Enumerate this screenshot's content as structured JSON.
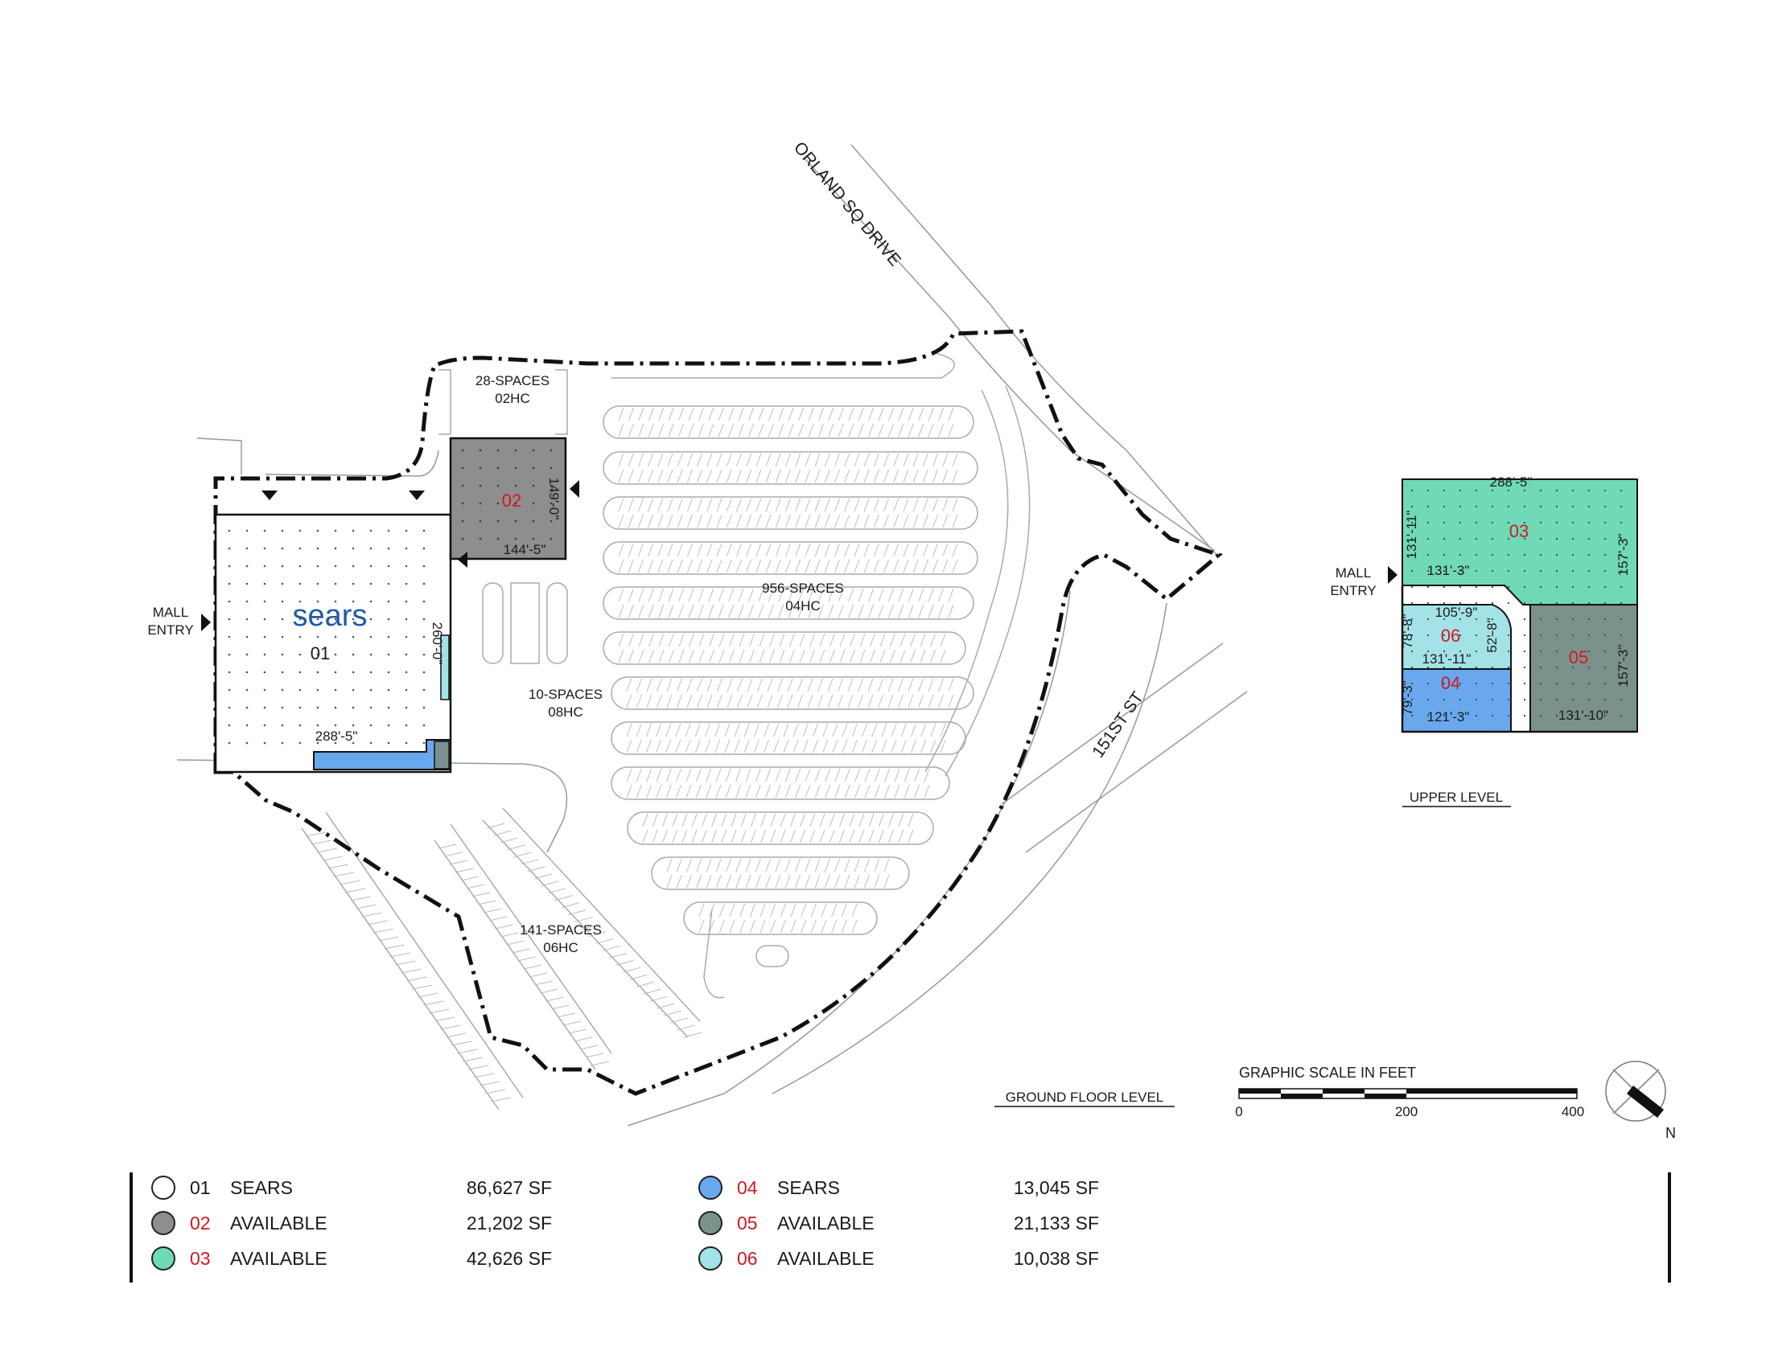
{
  "colors": {
    "sears": "#ffffff",
    "unit02": "#8e8e8e",
    "unit03": "#6fd9b8",
    "unit04": "#6aa8ee",
    "unit05": "#7b928c",
    "unit06": "#a3e2e6",
    "unit_number": "#d0191f",
    "sears_logo": "#1f5aa6"
  },
  "streets": {
    "orland": "ORLAND SQ DRIVE",
    "st151": "151ST ST"
  },
  "ground": {
    "level_title": "GROUND FLOOR LEVEL",
    "mall_entry_line1": "MALL",
    "mall_entry_line2": "ENTRY",
    "sears_logo": "sears",
    "unit01": "01",
    "unit02": "02",
    "dim_sears_width": "288'-5\"",
    "dim_sears_depth": "260'-0\"",
    "dim_02_depth": "149'-0\"",
    "dim_02_width": "144'-5\"",
    "parking": [
      {
        "spaces": "28-SPACES",
        "hc": "02HC"
      },
      {
        "spaces": "956-SPACES",
        "hc": "04HC"
      },
      {
        "spaces": "10-SPACES",
        "hc": "08HC"
      },
      {
        "spaces": "141-SPACES",
        "hc": "06HC"
      }
    ]
  },
  "upper": {
    "level_title": "UPPER  LEVEL",
    "mall_entry_line1": "MALL",
    "mall_entry_line2": "ENTRY",
    "unit03": "03",
    "unit04": "04",
    "unit05": "05",
    "unit06": "06",
    "dims": {
      "top": "288'-5\"",
      "left03": "131'-11\"",
      "mid03": "131'-3\"",
      "right03": "157'-3\"",
      "top06": "105'-9\"",
      "left06": "78'-8\"",
      "right06": "52'-8\"",
      "bottom06": "131'-11\"",
      "left04": "79'-3\"",
      "bottom04": "121'-3\"",
      "right05": "157'-3\"",
      "bottom05": "131'-10\""
    }
  },
  "scale": {
    "title": "GRAPHIC SCALE IN FEET",
    "ticks": [
      "0",
      "200",
      "400"
    ],
    "north": "N"
  },
  "legend": [
    {
      "num": "01",
      "name": "SEARS",
      "sf": "86,627 SF",
      "color": "#ffffff",
      "num_red": false
    },
    {
      "num": "02",
      "name": "AVAILABLE",
      "sf": "21,202 SF",
      "color": "#8e8e8e",
      "num_red": true
    },
    {
      "num": "03",
      "name": "AVAILABLE",
      "sf": "42,626 SF",
      "color": "#6fd9b8",
      "num_red": true
    },
    {
      "num": "04",
      "name": "SEARS",
      "sf": "13,045 SF",
      "color": "#6aa8ee",
      "num_red": true
    },
    {
      "num": "05",
      "name": "AVAILABLE",
      "sf": "21,133 SF",
      "color": "#7b928c",
      "num_red": true
    },
    {
      "num": "06",
      "name": "AVAILABLE",
      "sf": "10,038 SF",
      "color": "#a3e2e6",
      "num_red": true
    }
  ]
}
